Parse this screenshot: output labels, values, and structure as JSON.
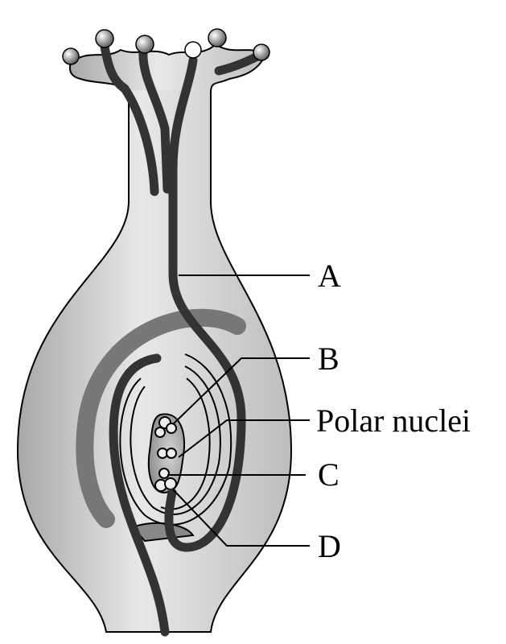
{
  "labels": {
    "a": "A",
    "b": "B",
    "polar": "Polar nuclei",
    "c": "C",
    "d": "D"
  },
  "colors": {
    "tube": "#3a3a3a",
    "integument": "#7a7a7a",
    "tissue_light": "#e6e6e6",
    "tissue_dark": "#b5b5b5"
  }
}
